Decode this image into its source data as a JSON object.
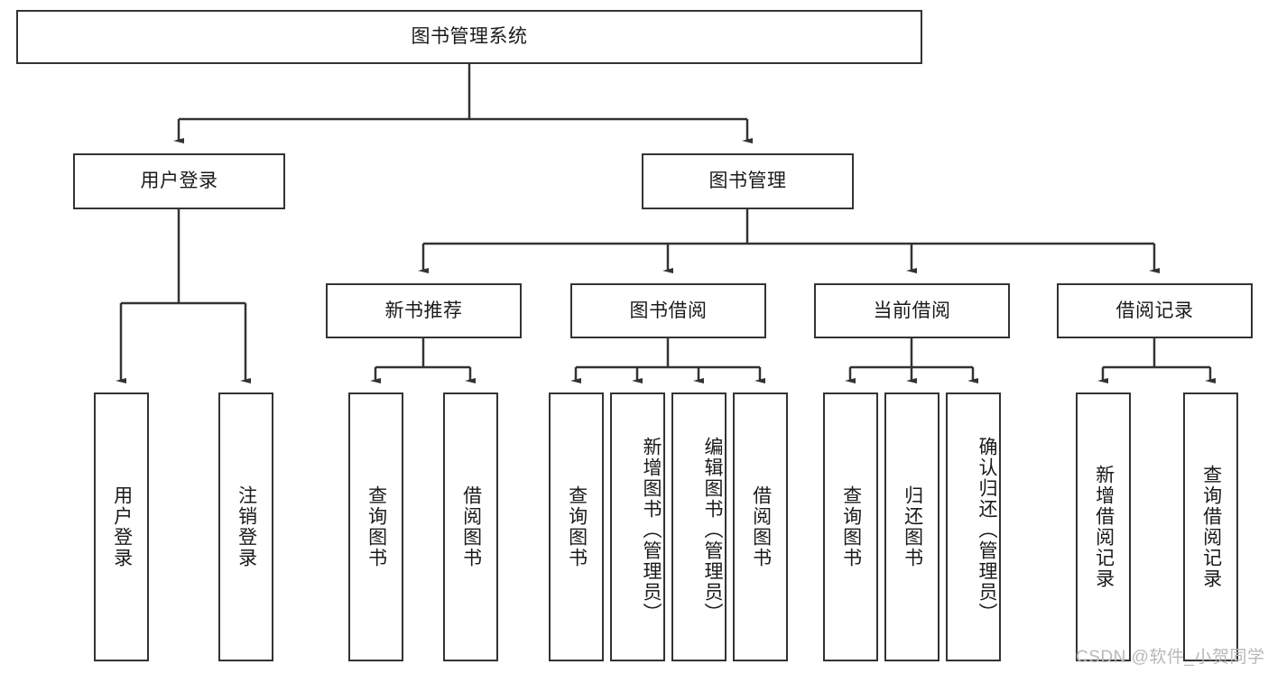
{
  "diagram": {
    "type": "hierarchy-tree",
    "title": "图书管理系统",
    "root": {
      "label": "图书管理系统"
    },
    "level2": [
      {
        "label": "用户登录"
      },
      {
        "label": "图书管理"
      }
    ],
    "level3": [
      {
        "label": "新书推荐"
      },
      {
        "label": "图书借阅"
      },
      {
        "label": "当前借阅"
      },
      {
        "label": "借阅记录"
      }
    ],
    "leaves": {
      "user_login": [
        {
          "label": "用户登录"
        },
        {
          "label": "注销登录"
        }
      ],
      "new_book_recommend": [
        {
          "label": "查询图书"
        },
        {
          "label": "借阅图书"
        }
      ],
      "book_borrow": [
        {
          "label": "查询图书"
        },
        {
          "label": "新增图书（管理员）"
        },
        {
          "label": "编辑图书（管理员）"
        },
        {
          "label": "借阅图书"
        }
      ],
      "current_borrow": [
        {
          "label": "查询图书"
        },
        {
          "label": "归还图书"
        },
        {
          "label": "确认归还（管理员）"
        }
      ],
      "borrow_record": [
        {
          "label": "新增借阅记录"
        },
        {
          "label": "查询借阅记录"
        }
      ]
    }
  },
  "watermark": {
    "text": "CSDN @软件_小贺同学"
  },
  "colors": {
    "border": "#333333",
    "text": "#1a1a1a",
    "background": "#ffffff",
    "watermark": "#b8b8b8"
  }
}
